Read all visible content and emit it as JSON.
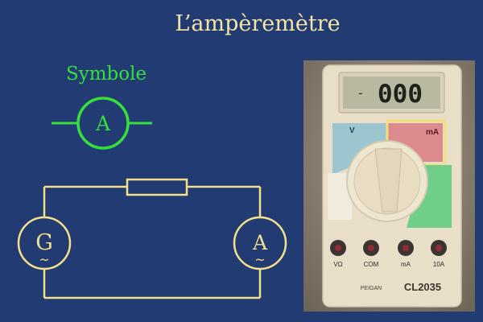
{
  "slide": {
    "title": "L’ampèremètre",
    "symbol_label": "Symbole",
    "colors": {
      "background": "#233b73",
      "title": "#f3e5a4",
      "symbol": "#35e03a",
      "circuit": "#f2e08c",
      "range_highlight": "#f4e07a"
    }
  },
  "symbol": {
    "letter": "A"
  },
  "circuit": {
    "generator_letter": "G",
    "generator_mark": "~",
    "ammeter_letter": "A",
    "ammeter_mark": "~"
  },
  "multimeter": {
    "display_value": "000",
    "display_sign": "-",
    "model": "CL2035",
    "brand": "PEIGAN",
    "voltage_unit": "V",
    "current_unit": "mA",
    "terminals": [
      "VΩ",
      "COM",
      "mA",
      "10A"
    ]
  }
}
